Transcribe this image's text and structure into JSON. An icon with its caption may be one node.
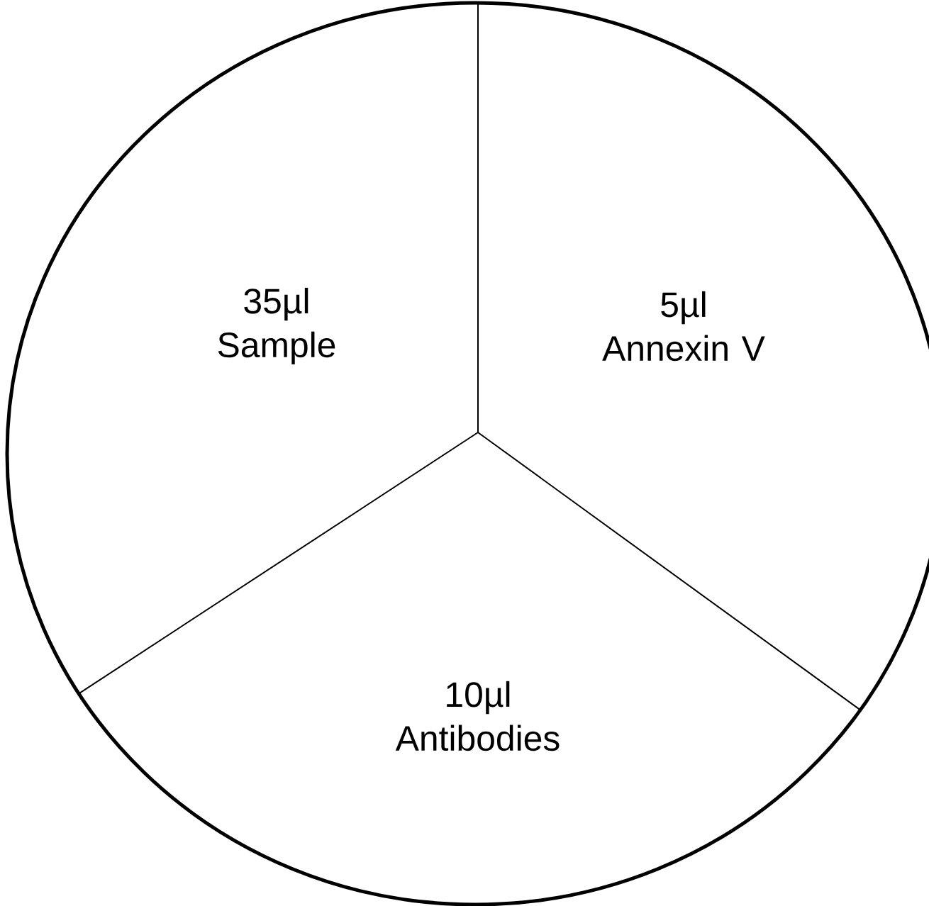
{
  "diagram": {
    "nodes": [
      {
        "text": [],
        "shape": "circle"
      },
      {
        "text": [
          "35µl Sample"
        ],
        "in": 0
      },
      {
        "text": [
          "5µl Annexin V"
        ],
        "in": 0
      },
      {
        "text": [
          "10µl Antibodies"
        ],
        "in": 0
      }
    ]
  }
}
